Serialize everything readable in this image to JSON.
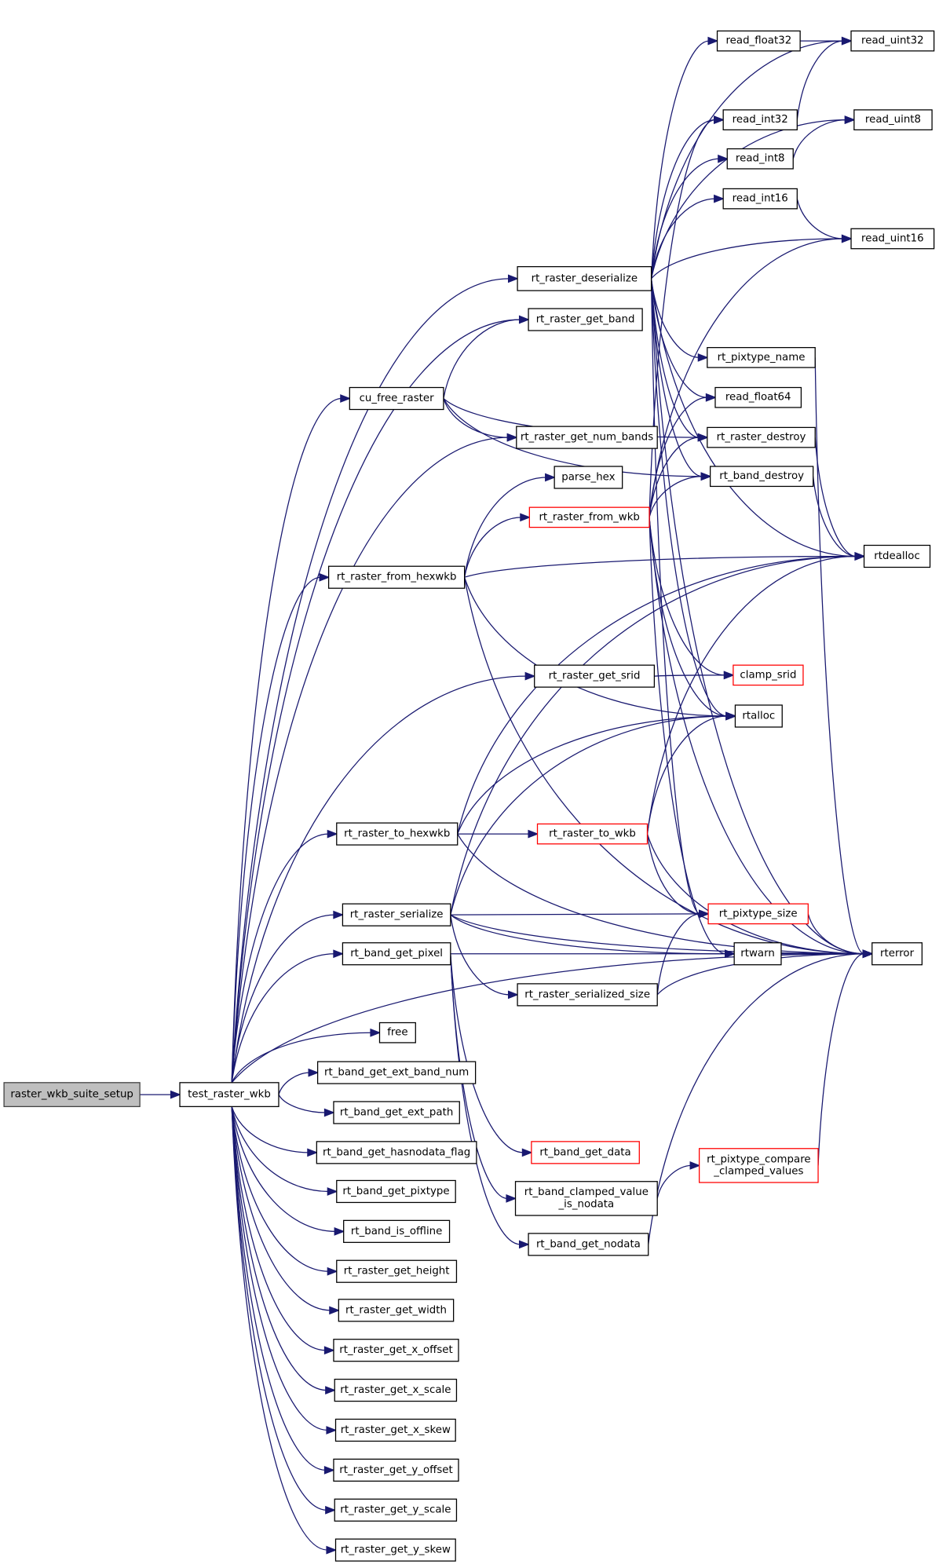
{
  "graph": {
    "type": "call-graph",
    "edge_color": "#191970",
    "truncated_node_border_color": "#ff0000",
    "root_fill_color": "#bfbfbf",
    "nodes": {
      "raster_wkb_suite_setup": {
        "label": "raster_wkb_suite_setup",
        "root": true
      },
      "test_raster_wkb": {
        "label": "test_raster_wkb"
      },
      "rt_raster_deserialize": {
        "label": "rt_raster_deserialize"
      },
      "read_float32": {
        "label": "read_float32"
      },
      "read_uint32": {
        "label": "read_uint32"
      },
      "read_int32": {
        "label": "read_int32"
      },
      "read_uint8": {
        "label": "read_uint8"
      },
      "read_int8": {
        "label": "read_int8"
      },
      "read_int16": {
        "label": "read_int16"
      },
      "read_uint16": {
        "label": "read_uint16"
      },
      "rt_raster_get_band": {
        "label": "rt_raster_get_band"
      },
      "rt_pixtype_name": {
        "label": "rt_pixtype_name"
      },
      "cu_free_raster": {
        "label": "cu_free_raster"
      },
      "read_float64": {
        "label": "read_float64"
      },
      "rt_raster_get_num_bands": {
        "label": "rt_raster_get_num_bands"
      },
      "rt_raster_destroy": {
        "label": "rt_raster_destroy"
      },
      "parse_hex": {
        "label": "parse_hex"
      },
      "rt_band_destroy": {
        "label": "rt_band_destroy"
      },
      "rt_raster_from_wkb": {
        "label": "rt_raster_from_wkb",
        "truncated": true
      },
      "rtdealloc": {
        "label": "rtdealloc"
      },
      "rt_raster_from_hexwkb": {
        "label": "rt_raster_from_hexwkb"
      },
      "rt_raster_get_srid": {
        "label": "rt_raster_get_srid"
      },
      "clamp_srid": {
        "label": "clamp_srid",
        "truncated": true
      },
      "rtalloc": {
        "label": "rtalloc"
      },
      "rt_raster_to_hexwkb": {
        "label": "rt_raster_to_hexwkb"
      },
      "rt_raster_to_wkb": {
        "label": "rt_raster_to_wkb",
        "truncated": true
      },
      "rt_raster_serialize": {
        "label": "rt_raster_serialize"
      },
      "rt_pixtype_size": {
        "label": "rt_pixtype_size",
        "truncated": true
      },
      "rt_band_get_pixel": {
        "label": "rt_band_get_pixel"
      },
      "rtwarn": {
        "label": "rtwarn"
      },
      "rterror": {
        "label": "rterror"
      },
      "rt_raster_serialized_size": {
        "label": "rt_raster_serialized_size"
      },
      "free": {
        "label": "free"
      },
      "rt_band_get_ext_band_num": {
        "label": "rt_band_get_ext_band_num"
      },
      "rt_band_get_ext_path": {
        "label": "rt_band_get_ext_path"
      },
      "rt_band_get_hasnodata_flag": {
        "label": "rt_band_get_hasnodata_flag"
      },
      "rt_band_get_data": {
        "label": "rt_band_get_data",
        "truncated": true
      },
      "rt_pixtype_compare_clamped_values": {
        "label": "rt_pixtype_compare\n_clamped_values",
        "line1": "rt_pixtype_compare",
        "line2": "_clamped_values",
        "truncated": true
      },
      "rt_band_get_pixtype": {
        "label": "rt_band_get_pixtype"
      },
      "rt_band_clamped_value_is_nodata": {
        "label": "rt_band_clamped_value\n_is_nodata",
        "line1": "rt_band_clamped_value",
        "line2": "_is_nodata"
      },
      "rt_band_is_offline": {
        "label": "rt_band_is_offline"
      },
      "rt_band_get_nodata": {
        "label": "rt_band_get_nodata"
      },
      "rt_raster_get_height": {
        "label": "rt_raster_get_height"
      },
      "rt_raster_get_width": {
        "label": "rt_raster_get_width"
      },
      "rt_raster_get_x_offset": {
        "label": "rt_raster_get_x_offset"
      },
      "rt_raster_get_x_scale": {
        "label": "rt_raster_get_x_scale"
      },
      "rt_raster_get_x_skew": {
        "label": "rt_raster_get_x_skew"
      },
      "rt_raster_get_y_offset": {
        "label": "rt_raster_get_y_offset"
      },
      "rt_raster_get_y_scale": {
        "label": "rt_raster_get_y_scale"
      },
      "rt_raster_get_y_skew": {
        "label": "rt_raster_get_y_skew"
      }
    },
    "edges": [
      [
        "raster_wkb_suite_setup",
        "test_raster_wkb"
      ],
      [
        "test_raster_wkb",
        "rt_raster_deserialize"
      ],
      [
        "test_raster_wkb",
        "rt_raster_get_band"
      ],
      [
        "test_raster_wkb",
        "cu_free_raster"
      ],
      [
        "test_raster_wkb",
        "rt_raster_get_num_bands"
      ],
      [
        "test_raster_wkb",
        "rt_raster_from_hexwkb"
      ],
      [
        "test_raster_wkb",
        "rt_raster_get_srid"
      ],
      [
        "test_raster_wkb",
        "rt_raster_to_hexwkb"
      ],
      [
        "test_raster_wkb",
        "rt_raster_serialize"
      ],
      [
        "test_raster_wkb",
        "rt_band_get_pixel"
      ],
      [
        "test_raster_wkb",
        "rterror"
      ],
      [
        "test_raster_wkb",
        "free"
      ],
      [
        "test_raster_wkb",
        "rt_band_get_ext_band_num"
      ],
      [
        "test_raster_wkb",
        "rt_band_get_ext_path"
      ],
      [
        "test_raster_wkb",
        "rt_band_get_hasnodata_flag"
      ],
      [
        "test_raster_wkb",
        "rt_band_get_pixtype"
      ],
      [
        "test_raster_wkb",
        "rt_band_is_offline"
      ],
      [
        "test_raster_wkb",
        "rt_raster_get_height"
      ],
      [
        "test_raster_wkb",
        "rt_raster_get_width"
      ],
      [
        "test_raster_wkb",
        "rt_raster_get_x_offset"
      ],
      [
        "test_raster_wkb",
        "rt_raster_get_x_scale"
      ],
      [
        "test_raster_wkb",
        "rt_raster_get_x_skew"
      ],
      [
        "test_raster_wkb",
        "rt_raster_get_y_offset"
      ],
      [
        "test_raster_wkb",
        "rt_raster_get_y_scale"
      ],
      [
        "test_raster_wkb",
        "rt_raster_get_y_skew"
      ],
      [
        "rt_raster_deserialize",
        "read_float32"
      ],
      [
        "rt_raster_deserialize",
        "read_uint32"
      ],
      [
        "rt_raster_deserialize",
        "read_int32"
      ],
      [
        "rt_raster_deserialize",
        "read_uint8"
      ],
      [
        "rt_raster_deserialize",
        "read_int8"
      ],
      [
        "rt_raster_deserialize",
        "read_int16"
      ],
      [
        "rt_raster_deserialize",
        "read_uint16"
      ],
      [
        "rt_raster_deserialize",
        "rt_pixtype_name"
      ],
      [
        "rt_raster_deserialize",
        "read_float64"
      ],
      [
        "rt_raster_deserialize",
        "rt_raster_destroy"
      ],
      [
        "rt_raster_deserialize",
        "rt_band_destroy"
      ],
      [
        "rt_raster_deserialize",
        "rtdealloc"
      ],
      [
        "rt_raster_deserialize",
        "rtalloc"
      ],
      [
        "rt_raster_deserialize",
        "rt_pixtype_size"
      ],
      [
        "rt_raster_deserialize",
        "rterror"
      ],
      [
        "read_float32",
        "read_uint32"
      ],
      [
        "read_int32",
        "read_uint32"
      ],
      [
        "read_int8",
        "read_uint8"
      ],
      [
        "read_int16",
        "read_uint16"
      ],
      [
        "cu_free_raster",
        "rt_raster_get_band"
      ],
      [
        "cu_free_raster",
        "rt_raster_get_num_bands"
      ],
      [
        "cu_free_raster",
        "rt_raster_destroy"
      ],
      [
        "cu_free_raster",
        "rt_band_destroy"
      ],
      [
        "rt_pixtype_name",
        "rterror"
      ],
      [
        "rt_raster_destroy",
        "rtdealloc"
      ],
      [
        "rt_band_destroy",
        "rtdealloc"
      ],
      [
        "rt_raster_from_hexwkb",
        "parse_hex"
      ],
      [
        "rt_raster_from_hexwkb",
        "rt_raster_from_wkb"
      ],
      [
        "rt_raster_from_hexwkb",
        "rtdealloc"
      ],
      [
        "rt_raster_from_hexwkb",
        "rtalloc"
      ],
      [
        "rt_raster_from_hexwkb",
        "rterror"
      ],
      [
        "rt_raster_from_wkb",
        "read_int32"
      ],
      [
        "rt_raster_from_wkb",
        "read_float64"
      ],
      [
        "rt_raster_from_wkb",
        "rt_raster_destroy"
      ],
      [
        "rt_raster_from_wkb",
        "rt_band_destroy"
      ],
      [
        "rt_raster_from_wkb",
        "read_uint16"
      ],
      [
        "rt_raster_from_wkb",
        "clamp_srid"
      ],
      [
        "rt_raster_from_wkb",
        "rtalloc"
      ],
      [
        "rt_raster_from_wkb",
        "rtwarn"
      ],
      [
        "rt_raster_from_wkb",
        "rterror"
      ],
      [
        "rt_raster_get_srid",
        "clamp_srid"
      ],
      [
        "rt_raster_to_hexwkb",
        "rt_raster_to_wkb"
      ],
      [
        "rt_raster_to_hexwkb",
        "rtalloc"
      ],
      [
        "rt_raster_to_hexwkb",
        "rtdealloc"
      ],
      [
        "rt_raster_to_hexwkb",
        "rterror"
      ],
      [
        "rt_raster_to_wkb",
        "rtalloc"
      ],
      [
        "rt_raster_to_wkb",
        "rtdealloc"
      ],
      [
        "rt_raster_to_wkb",
        "rt_pixtype_size"
      ],
      [
        "rt_raster_to_wkb",
        "rterror"
      ],
      [
        "rt_raster_serialize",
        "rtalloc"
      ],
      [
        "rt_raster_serialize",
        "rtdealloc"
      ],
      [
        "rt_raster_serialize",
        "rt_pixtype_size"
      ],
      [
        "rt_raster_serialize",
        "rt_raster_serialized_size"
      ],
      [
        "rt_raster_serialize",
        "rtwarn"
      ],
      [
        "rt_raster_serialize",
        "rterror"
      ],
      [
        "rt_raster_serialized_size",
        "rt_pixtype_size"
      ],
      [
        "rt_raster_serialized_size",
        "rterror"
      ],
      [
        "rt_pixtype_size",
        "rterror"
      ],
      [
        "rt_band_get_pixel",
        "rterror"
      ],
      [
        "rt_band_get_pixel",
        "rt_band_get_data"
      ],
      [
        "rt_band_get_pixel",
        "rt_band_clamped_value_is_nodata"
      ],
      [
        "rt_band_get_pixel",
        "rt_band_get_nodata"
      ],
      [
        "rt_band_clamped_value_is_nodata",
        "rt_pixtype_compare_clamped_values"
      ],
      [
        "rt_pixtype_compare_clamped_values",
        "rterror"
      ],
      [
        "rt_band_get_nodata",
        "rterror"
      ]
    ]
  }
}
